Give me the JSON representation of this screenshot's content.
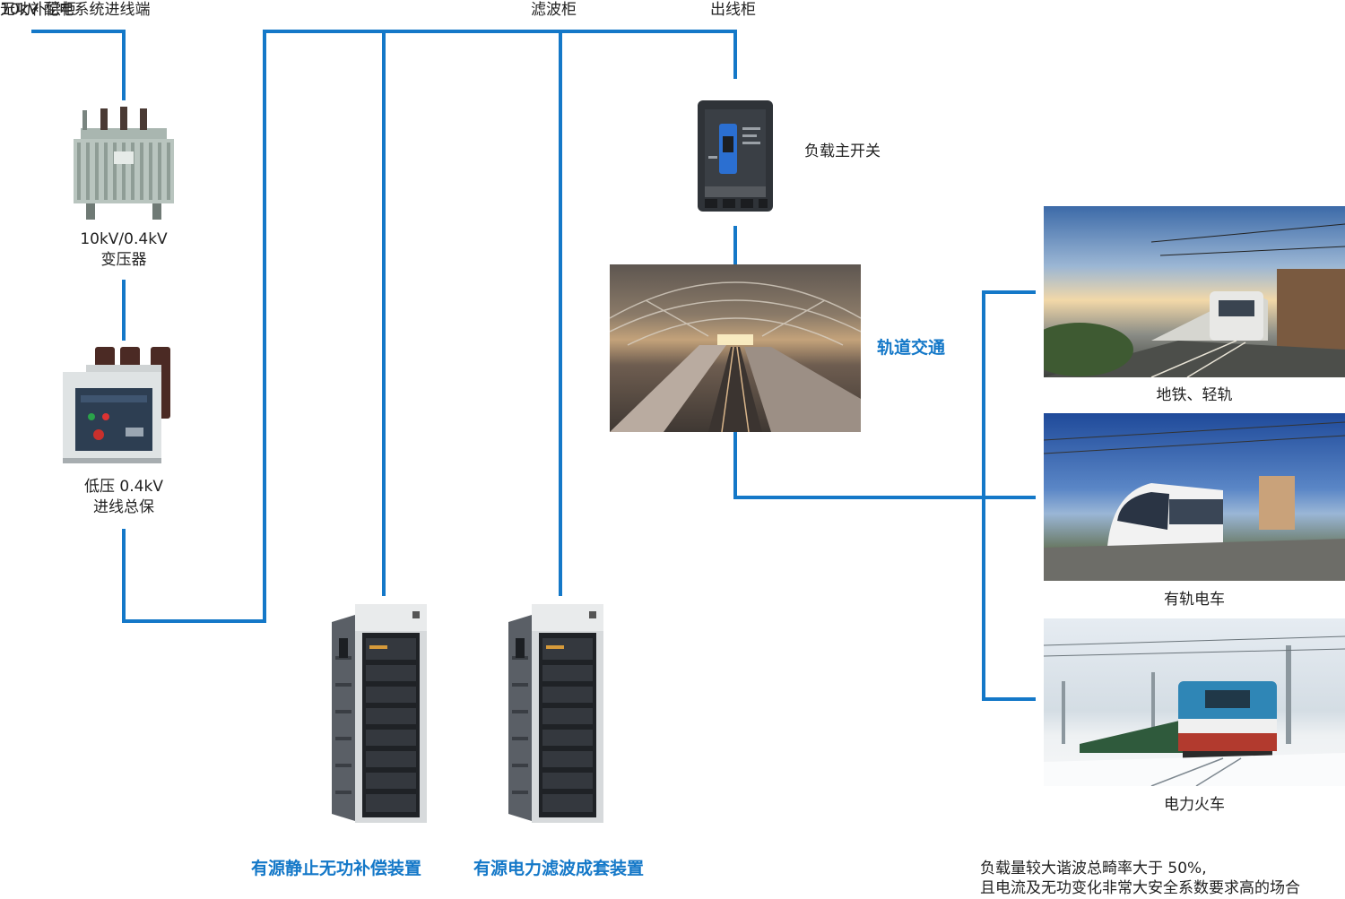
{
  "labels": {
    "incoming": "10kV 配电系统进线端",
    "var_cabinet": "无功补偿柜",
    "filter_cabinet": "滤波柜",
    "outgoing_cabinet": "出线柜",
    "transformer_l1": "10kV/0.4kV",
    "transformer_l2": "变压器",
    "breaker_l1": "低压 0.4kV",
    "breaker_l2": "进线总保",
    "main_switch": "负载主开关",
    "rail_transit": "轨道交通",
    "metro": "地铁、轻轨",
    "tram": "有轨电车",
    "electric_train": "电力火车",
    "device_svg": "有源静止无功补偿装置",
    "device_apf": "有源电力滤波成套装置",
    "note_l1": "负载量较大谐波总畸率大于 50%,",
    "note_l2": "且电流及无功变化非常大安全系数要求高的场合"
  },
  "colors": {
    "wire": "#1478c8",
    "accent_text": "#1478c8"
  },
  "icons": {
    "transformer": "transformer-icon",
    "vacuum_breaker": "vacuum-breaker-icon",
    "mccb": "mccb-switch-icon",
    "cabinet": "power-cabinet-icon"
  }
}
